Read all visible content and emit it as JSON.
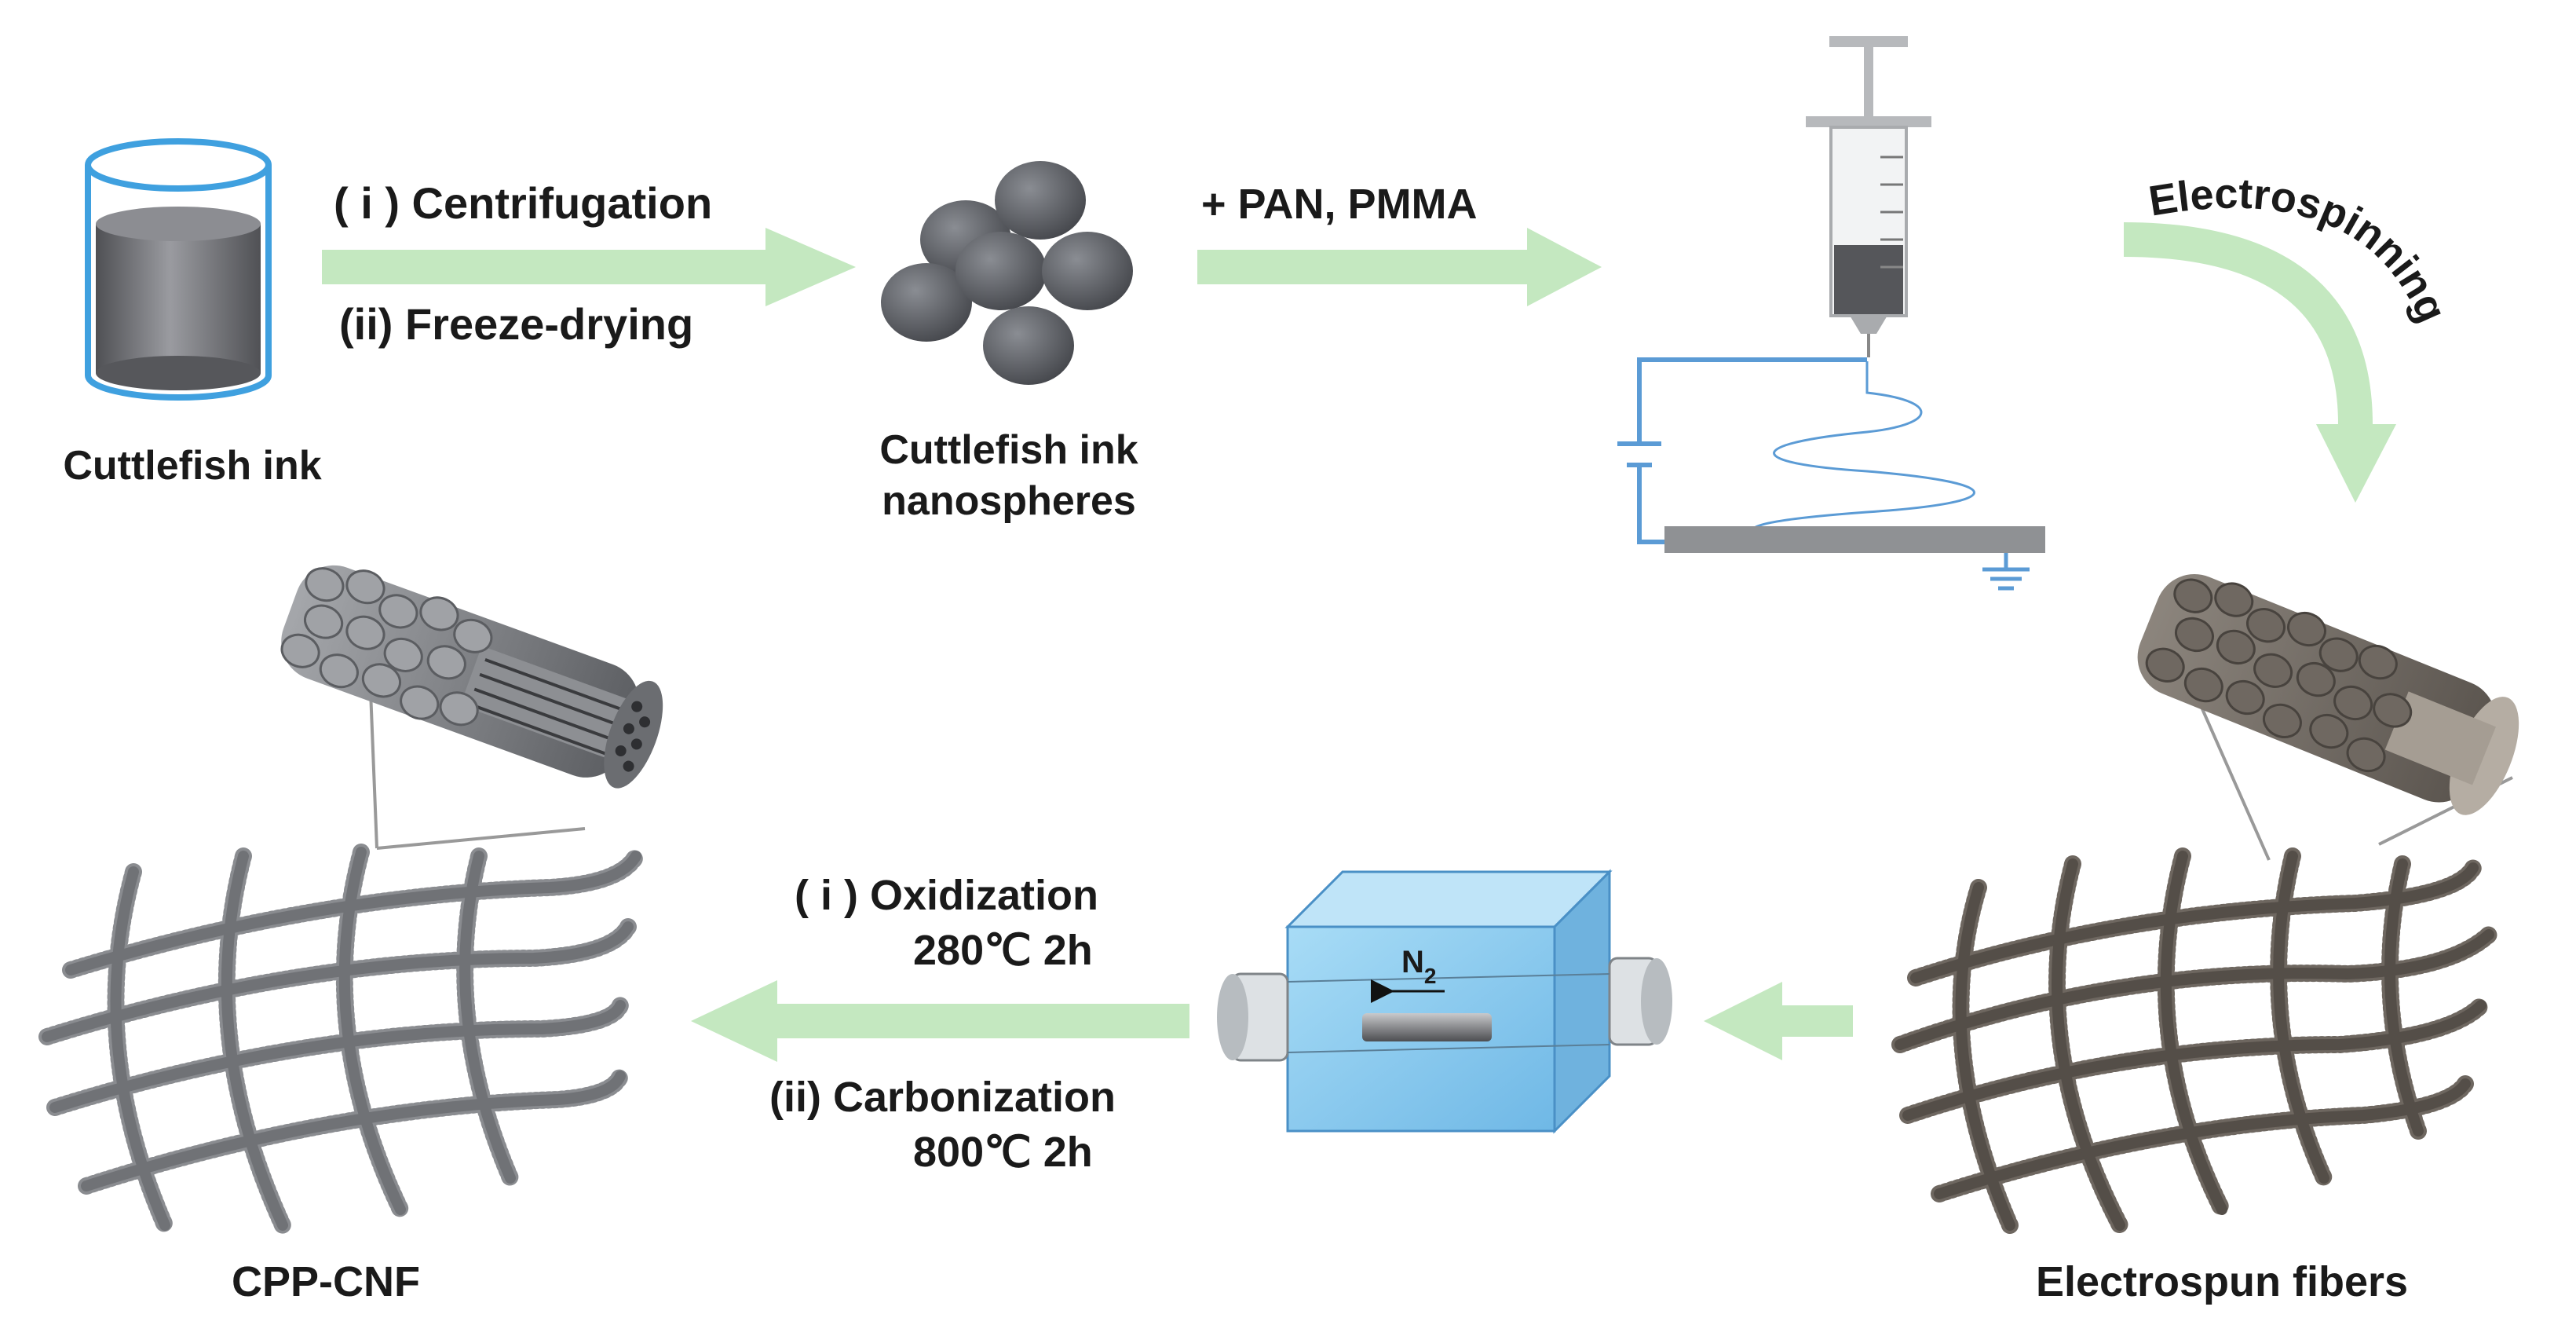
{
  "labels": {
    "cuttlefish_ink": "Cuttlefish ink",
    "step1_a": "( i ) Centrifugation",
    "step1_b": "(ii) Freeze-drying",
    "nanospheres_line1": "Cuttlefish ink",
    "nanospheres_line2": "nanospheres",
    "step2": "+ PAN, PMMA",
    "electrospinning": "Electrospinning",
    "electrospun_fibers": "Electrospun fibers",
    "furnace_gas": "N",
    "furnace_gas_sub": "2",
    "step3_a": "( i ) Oxidization",
    "step3_a_cond": "280℃ 2h",
    "step3_b": "(ii) Carbonization",
    "step3_b_cond": "800℃ 2h",
    "product": "CPP-CNF"
  },
  "colors": {
    "arrow": "#c4e8c0",
    "liquid": "#6d6e72",
    "sphere": "#5f6268",
    "wire": "#5b9bd5",
    "furnace": "#8ecbf0",
    "fiber_brown": "#6e6760",
    "fiber_gray": "#7d7f83"
  }
}
